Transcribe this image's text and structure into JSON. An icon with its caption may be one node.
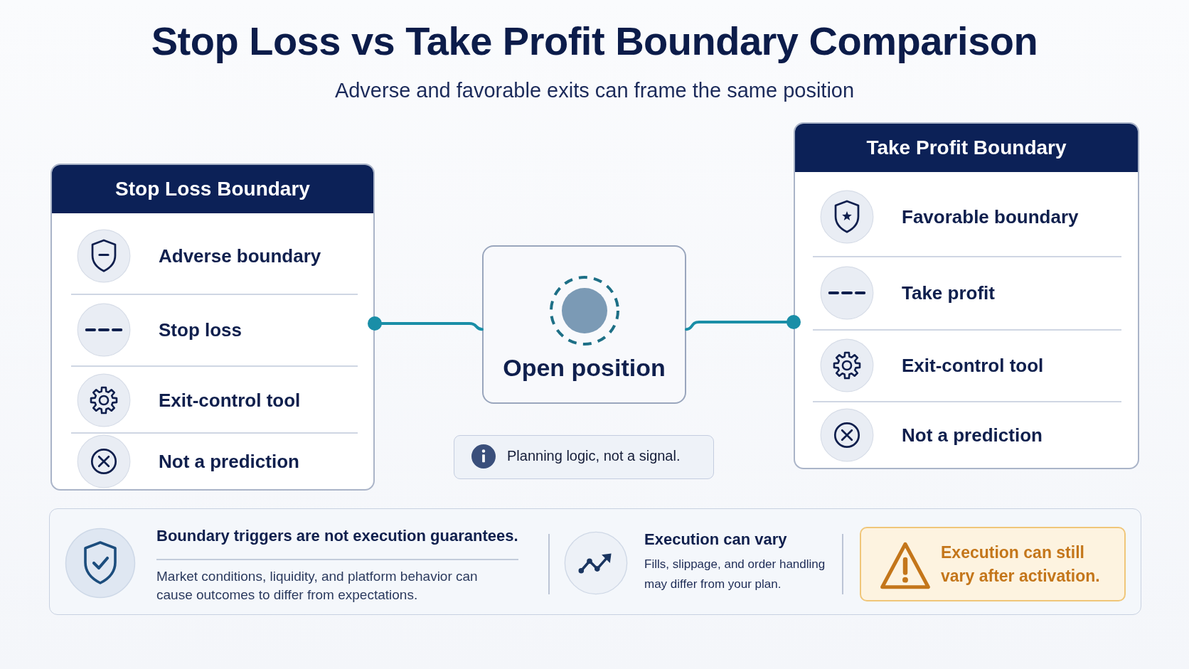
{
  "diagram": {
    "title": "Stop Loss vs Take Profit Boundary Comparison",
    "nodes": [
      {
        "text": [
          "Stop Loss Boundary",
          "Adverse boundary",
          "Stop loss",
          "Exit-control tool",
          "Not a prediction"
        ]
      },
      {
        "text": [
          "Open position"
        ]
      },
      {
        "text": [
          "Take Profit Boundary",
          "Favorable boundary",
          "Take profit",
          "Exit-control tool",
          "Not a prediction"
        ]
      },
      {
        "text": [
          "Planning logic, not a signal."
        ]
      },
      {
        "text": [
          "Boundary triggers are not execution guarantees.",
          "Market conditions, liquidity, and platform behavior can cause outcomes to differ from expectations.",
          "Execution can vary",
          "Fills, slippage, and order handling may differ from your plan."
        ]
      },
      {
        "text": [
          "Execution can still vary after activation."
        ],
        "in": 4
      }
    ],
    "edges": [
      {
        "from": 1,
        "to": 0,
        "arrow": "other"
      },
      {
        "from": 1,
        "to": 2,
        "arrow": "other"
      }
    ],
    "labels": [
      "Adverse and favorable exits can frame the same position"
    ]
  }
}
